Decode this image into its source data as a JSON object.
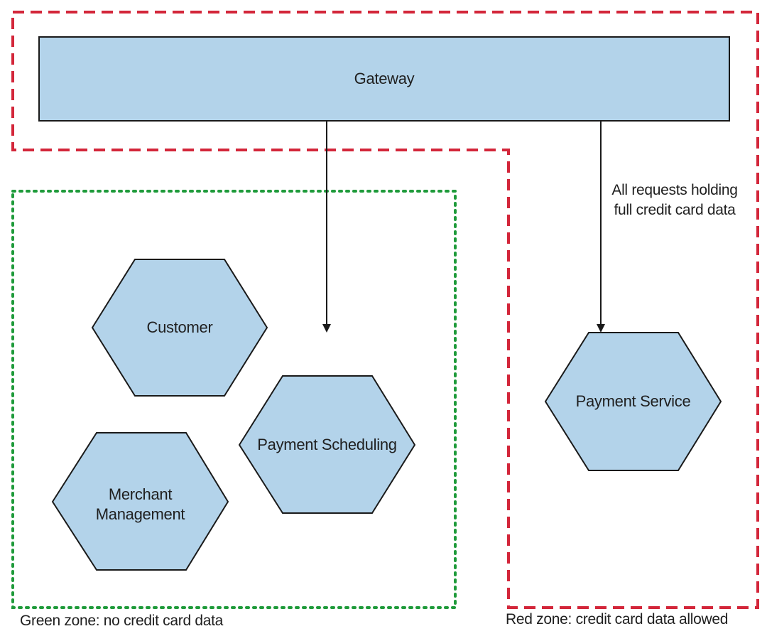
{
  "colors": {
    "node_fill": "#b3d3ea",
    "node_stroke": "#1a1a1a",
    "red_zone": "#d3263a",
    "green_zone": "#1e9a3a",
    "arrow": "#1a1a1a"
  },
  "gateway": {
    "label": "Gateway"
  },
  "nodes": {
    "customer": {
      "label": "Customer"
    },
    "payment_scheduling": {
      "label": "Payment Scheduling"
    },
    "merchant_management": {
      "label_line1": "Merchant",
      "label_line2": "Management"
    },
    "payment_service": {
      "label": "Payment Service"
    }
  },
  "edges": {
    "to_payment_service": {
      "label_line1": "All requests holding",
      "label_line2": "full credit card data"
    }
  },
  "zones": {
    "green": {
      "label": "Green zone: no credit card data"
    },
    "red": {
      "label": "Red zone: credit card data allowed"
    }
  }
}
